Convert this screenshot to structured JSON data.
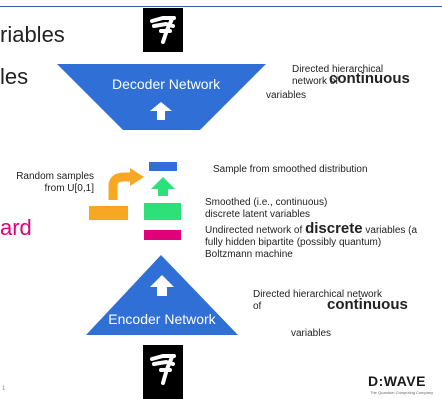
{
  "left_fragments": {
    "line1": "riables",
    "line2": "les",
    "line3": "ard"
  },
  "decoder_label": "Decoder Network",
  "encoder_label": "Encoder Network",
  "random_samples": "Random samples from U[0,1]",
  "decoder_desc": {
    "pre": "Directed hierarchical network of ",
    "bold": "continuous",
    "post": "variables"
  },
  "sample_label": "Sample from smoothed distribution",
  "smoothed_label": "Smoothed (i.e., continuous) discrete latent variables",
  "undirected_label": {
    "pre": "Undirected network of ",
    "bold": "discrete",
    "post": " variables (a fully hidden bipartite (possibly quantum) Boltzmann machine"
  },
  "encoder_desc": {
    "pre": "Directed hierarchical network of ",
    "bold": "continuous",
    "post": "variables"
  },
  "logo": "D:WAVE",
  "logo_sub": "The Quantum Computing Company",
  "page_number": "1",
  "colors": {
    "network_blue": "#2f6fd6",
    "arrow_white": "#ffffff",
    "orange": "#f7a823",
    "green": "#2ee07a",
    "pink": "#e0007a",
    "sample_blue": "#2f6fd6"
  }
}
